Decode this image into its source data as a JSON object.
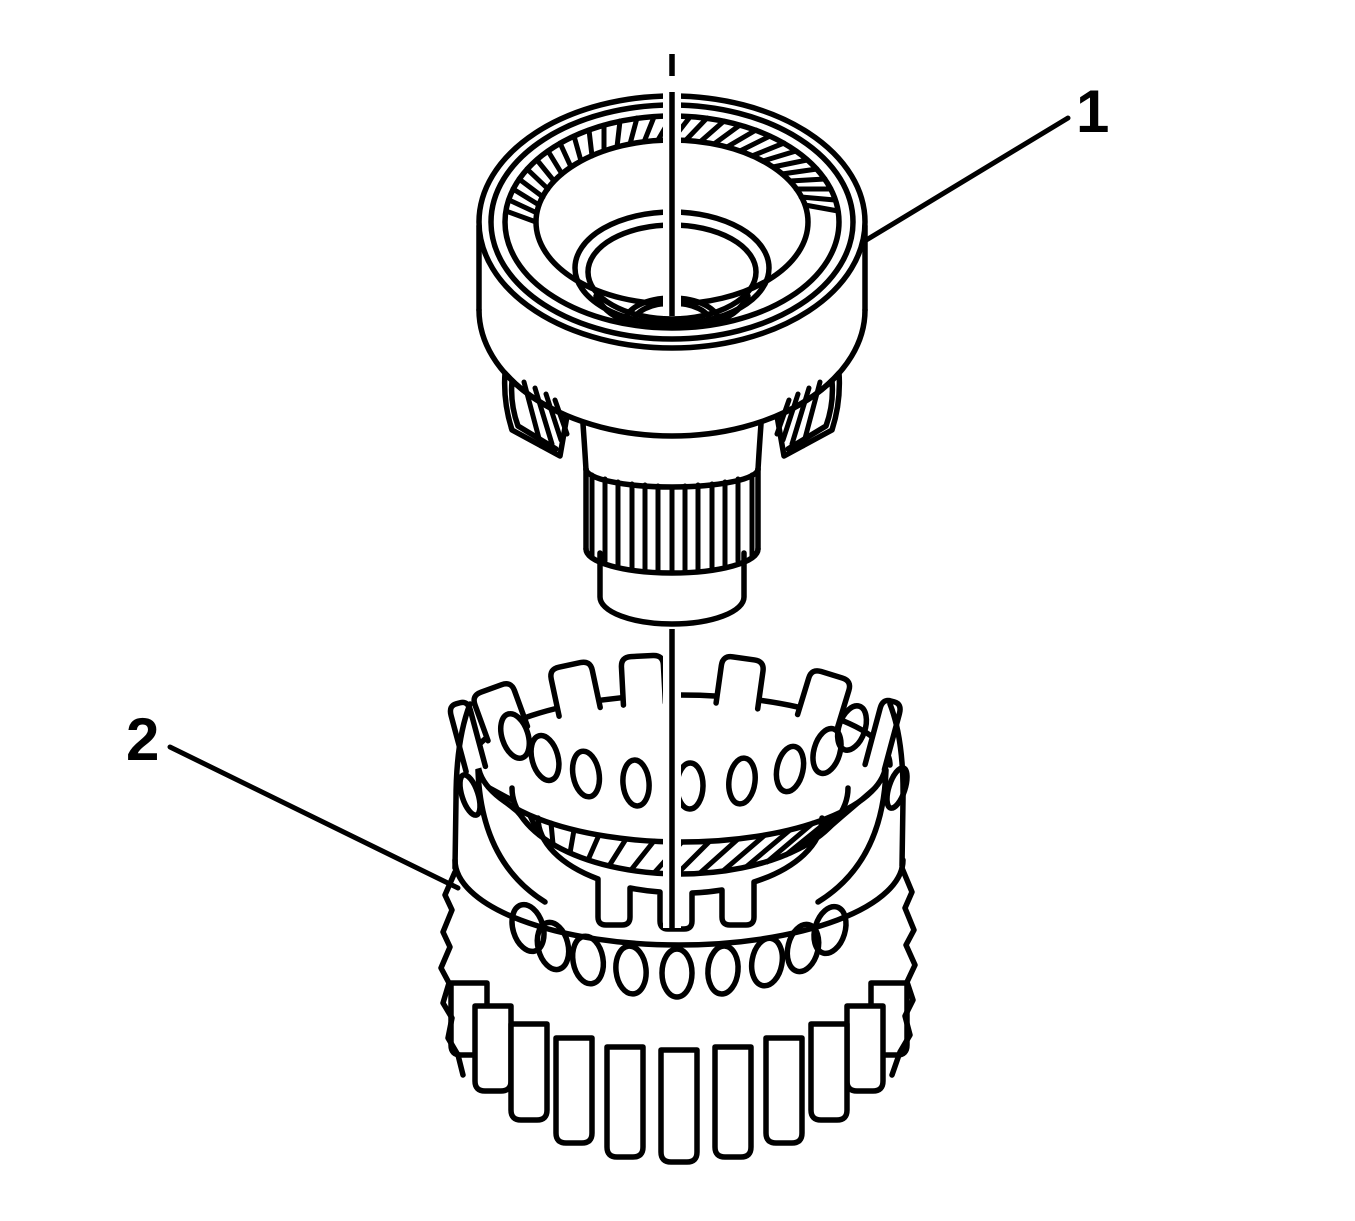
{
  "figure": {
    "type": "technical-line-illustration",
    "background_color": "#ffffff",
    "line_color": "#000000",
    "callouts": [
      {
        "label": "1",
        "target": "upper-clutch-drum-assembly"
      },
      {
        "label": "2",
        "target": "lower-clutch-housing-ring-gear"
      }
    ]
  }
}
